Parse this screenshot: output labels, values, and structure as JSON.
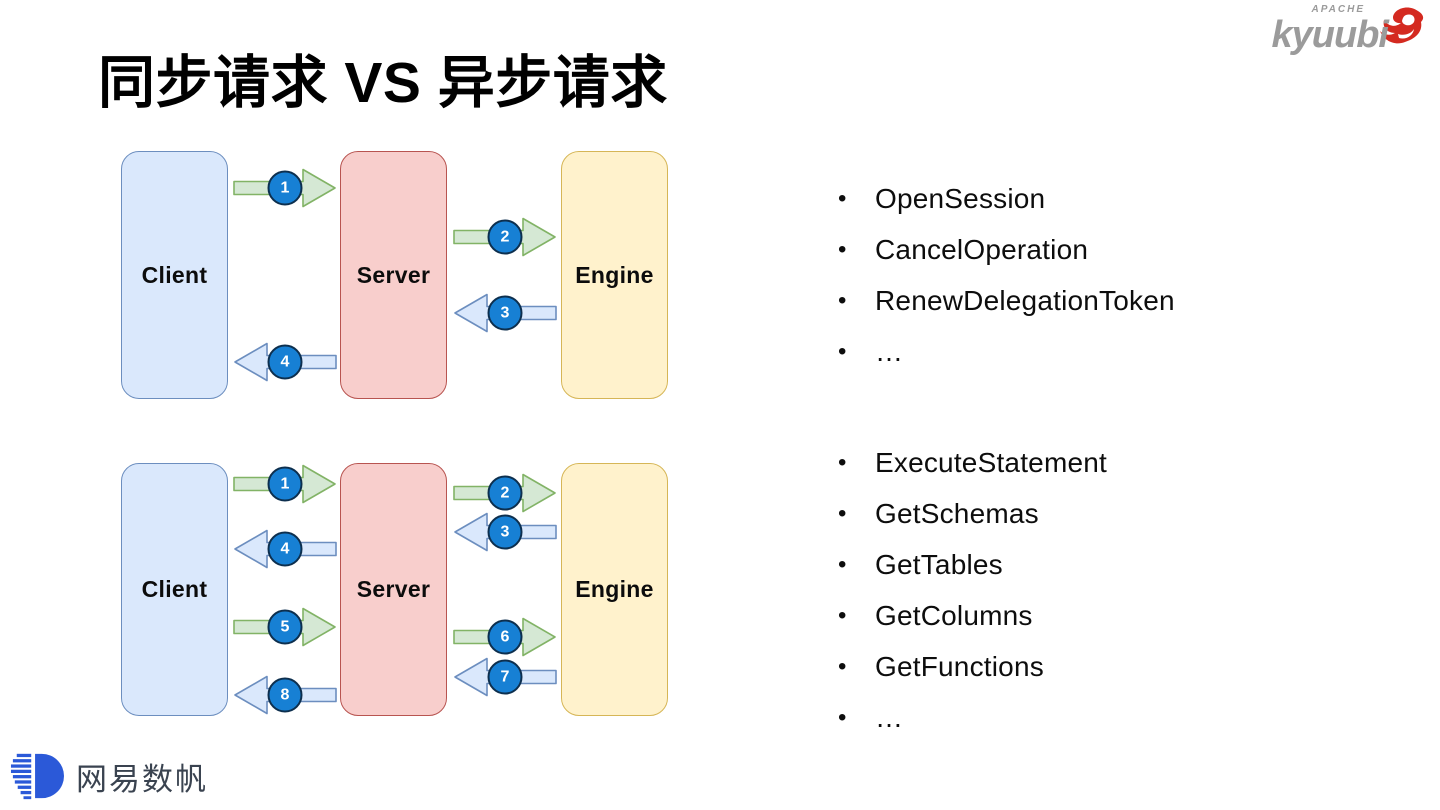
{
  "page": {
    "title": "同步请求 VS 异步请求"
  },
  "header_logo": {
    "apache": "APACHE",
    "name": "kyuubi"
  },
  "sync_diagram": {
    "boxes": {
      "client": "Client",
      "server": "Server",
      "engine": "Engine"
    },
    "arrows": [
      "1",
      "2",
      "3",
      "4"
    ]
  },
  "async_diagram": {
    "boxes": {
      "client": "Client",
      "server": "Server",
      "engine": "Engine"
    },
    "arrows": [
      "1",
      "2",
      "3",
      "4",
      "5",
      "6",
      "7",
      "8"
    ]
  },
  "sync_apis": {
    "items": [
      "OpenSession",
      "CancelOperation",
      "RenewDelegationToken",
      "…"
    ]
  },
  "async_apis": {
    "items": [
      "ExecuteStatement",
      "GetSchemas",
      "GetTables",
      "GetColumns",
      "GetFunctions",
      "…"
    ]
  },
  "footer": {
    "brand": "网易数帆"
  },
  "colors": {
    "client_box_fill": "#dae8fc",
    "client_box_border": "#6c8ebf",
    "server_box_fill": "#f8cecc",
    "server_box_border": "#b85450",
    "engine_box_fill": "#fff2cc",
    "engine_box_border": "#d6b656",
    "forward_arrow_fill": "#d5e8d4",
    "forward_arrow_border": "#82b366",
    "return_arrow_fill": "#dae8fc",
    "return_arrow_border": "#6c8ebf",
    "step_circle_fill": "#1780d4",
    "step_circle_border": "#0d2f4e",
    "kyuubi_gray": "#9b9b9b",
    "kyuubi_red": "#d42a20",
    "netease_blue": "#2b59d8"
  }
}
